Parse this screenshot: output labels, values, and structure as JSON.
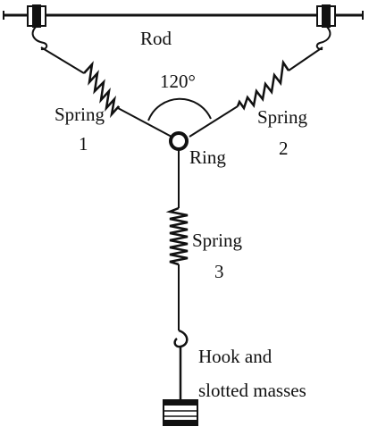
{
  "labels": {
    "rod": "Rod",
    "angle": "120°",
    "spring1_word": "Spring",
    "spring1_num": "1",
    "spring2_word": "Spring",
    "spring2_num": "2",
    "ring": "Ring",
    "spring3_word": "Spring",
    "spring3_num": "3",
    "hook_line1": "Hook and",
    "hook_line2": "slotted masses"
  },
  "colors": {
    "ink": "#111111",
    "background": "#ffffff"
  }
}
